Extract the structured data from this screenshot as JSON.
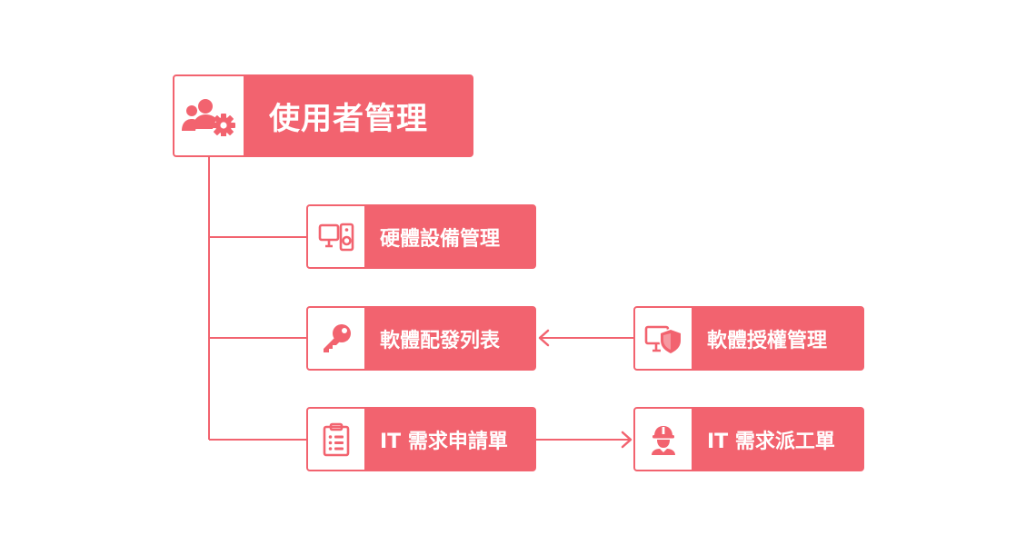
{
  "colors": {
    "accent": "#f2636f",
    "background": "#ffffff"
  },
  "root": {
    "label": "使用者管理",
    "icon": "users-gear-icon"
  },
  "nodes": {
    "hardware": {
      "label": "硬體設備管理",
      "icon": "computer-speaker-icon"
    },
    "software_list": {
      "label": "軟體配發列表",
      "icon": "key-icon"
    },
    "software_license": {
      "label": "軟體授權管理",
      "icon": "monitor-shield-icon"
    },
    "it_request": {
      "label": "IT 需求申請單",
      "icon": "clipboard-list-icon"
    },
    "it_dispatch": {
      "label": "IT 需求派工單",
      "icon": "worker-helmet-icon"
    }
  }
}
